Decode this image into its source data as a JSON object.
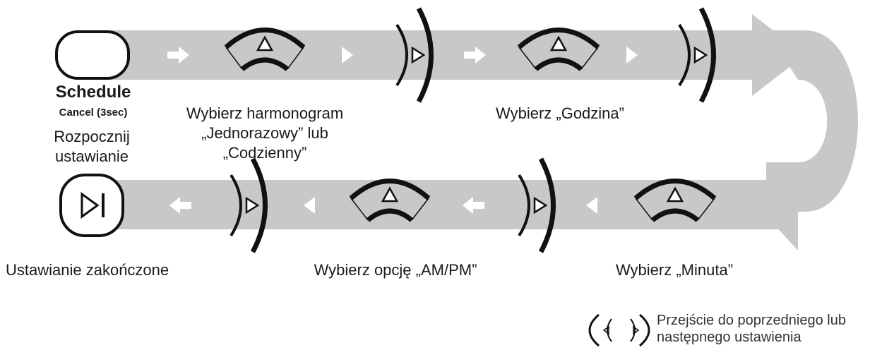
{
  "steps": {
    "schedule_button": {
      "title": "Schedule",
      "subtitle": "Cancel (3sec)",
      "caption_line1": "Rozpocznij",
      "caption_line2": "ustawianie"
    },
    "select_schedule": {
      "line1": "Wybierz harmonogram",
      "line2": "„Jednorazowy” lub",
      "line3": "„Codzienny”"
    },
    "select_hour": "Wybierz „Godzina”",
    "select_minute": "Wybierz „Minuta”",
    "select_ampm": "Wybierz opcję „AM/PM”",
    "finished": "Ustawianie zakończone"
  },
  "legend": {
    "line1": "Przejście do poprzedniego lub",
    "line2": "następnego ustawienia"
  },
  "colors": {
    "band": "#c8c8c8",
    "ink": "#111111",
    "arrow_white": "#ffffff"
  },
  "icons": {
    "start_button": "rounded-button-icon",
    "play_pause": "play-pause-icon",
    "up_key": "up-arrow-key-icon",
    "next_key": "next-key-icon"
  }
}
